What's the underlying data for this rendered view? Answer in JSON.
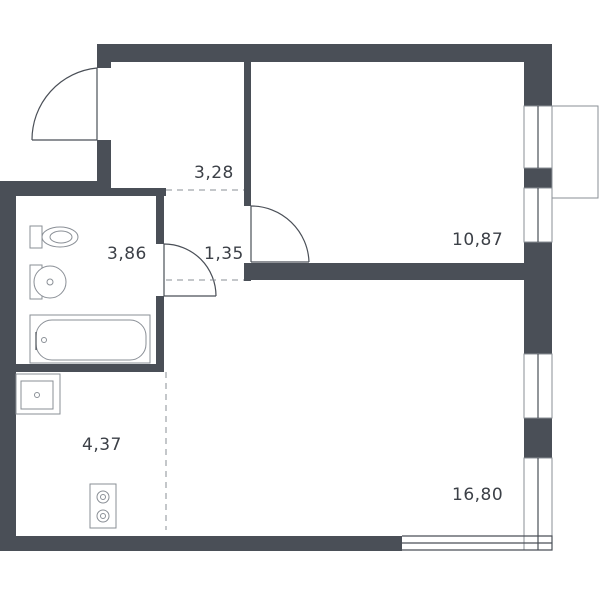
{
  "rooms": {
    "hall": "3,28",
    "bathroom": "3,86",
    "corridor": "1,35",
    "bedroom": "10,87",
    "kitchen": "4,37",
    "living": "16,80"
  },
  "colors": {
    "wall": "#4a4f57",
    "fixture_stroke": "#8a8f96",
    "background": "#ffffff"
  }
}
